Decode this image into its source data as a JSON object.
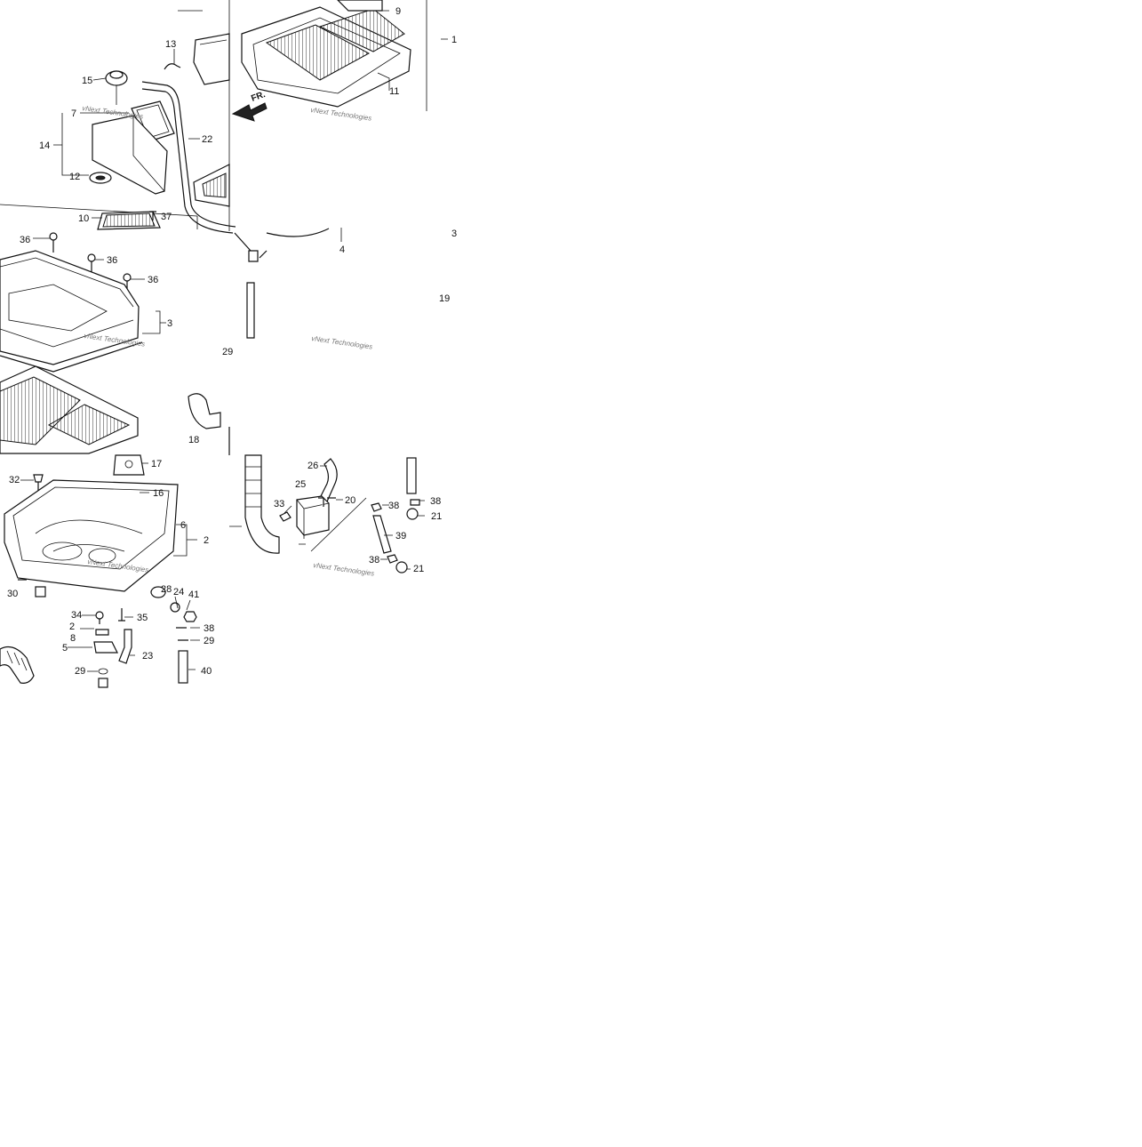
{
  "diagram": {
    "callouts": [
      "1",
      "2",
      "3",
      "4",
      "5",
      "6",
      "7",
      "8",
      "9",
      "10",
      "11",
      "12",
      "13",
      "14",
      "15",
      "16",
      "17",
      "18",
      "19",
      "20",
      "21",
      "22",
      "23",
      "24",
      "25",
      "26",
      "28",
      "29",
      "30",
      "32",
      "33",
      "34",
      "35",
      "36",
      "37",
      "38",
      "39",
      "40",
      "41"
    ],
    "watermark": "vNext Technologies",
    "front_marker": "FR."
  }
}
